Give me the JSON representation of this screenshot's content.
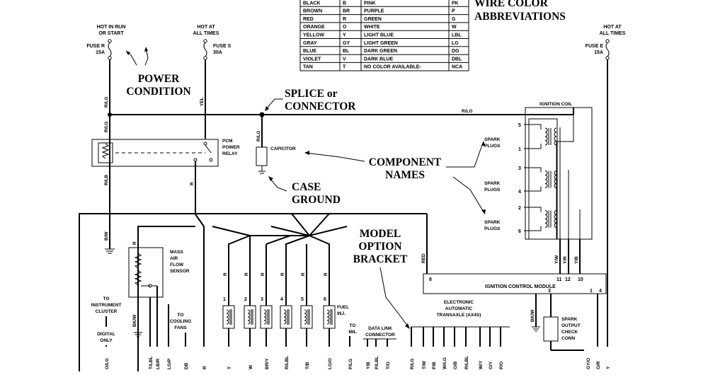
{
  "wire_color_table": {
    "rows": [
      [
        "BLACK",
        "B",
        "PINK",
        "PK"
      ],
      [
        "BROWN",
        "BR",
        "PURPLE",
        "P"
      ],
      [
        "RED",
        "R",
        "GREEN",
        "G"
      ],
      [
        "ORANGE",
        "O",
        "WHITE",
        "W"
      ],
      [
        "YELLOW",
        "Y",
        "LIGHT BLUE",
        "LBL"
      ],
      [
        "GRAY",
        "GY",
        "LIGHT GREEN",
        "LG"
      ],
      [
        "BLUE",
        "BL",
        "DARK GREEN",
        "DG"
      ],
      [
        "VIOLET",
        "V",
        "DARK BLUE",
        "DBL"
      ],
      [
        "TAN",
        "T",
        "NO COLOR AVAILABLE-",
        "NCA"
      ]
    ],
    "title_line1": "WIRE COLOR",
    "title_line2": "ABBREVIATIONS"
  },
  "callouts": {
    "power_condition_1": "POWER",
    "power_condition_2": "CONDITION",
    "splice_1": "SPLICE or",
    "splice_2": "CONNECTOR",
    "component_names_1": "COMPONENT",
    "component_names_2": "NAMES",
    "case_ground_1": "CASE",
    "case_ground_2": "GROUND",
    "model_option_1": "MODEL",
    "model_option_2": "OPTION",
    "model_option_3": "BRACKET"
  },
  "power": {
    "hot_run_start_1": "HOT IN RUN",
    "hot_run_start_2": "OR START",
    "hot_all_times_left_1": "HOT AT",
    "hot_all_times_left_2": "ALL TIMES",
    "hot_all_times_right_1": "HOT AT",
    "hot_all_times_right_2": "ALL TIMES",
    "fuse_r_1": "FUSE R",
    "fuse_r_2": "15A",
    "fuse_s_1": "FUSE S",
    "fuse_s_2": "30A",
    "fuse_e_1": "FUSE E",
    "fuse_e_2": "15A"
  },
  "components": {
    "pcm_relay_1": "PCM",
    "pcm_relay_2": "POWER",
    "pcm_relay_3": "RELAY",
    "capacitor": "CAPICITOR",
    "ignition_coil": "IGNITION COIL",
    "spark_plugs": "SPARK",
    "spark_plugs_2": "PLUGS",
    "maf_1": "MASS",
    "maf_2": "AIR",
    "maf_3": "FLOW",
    "maf_4": "SENSOR",
    "icm": "IGNITION CONTROL MODULE",
    "fuel_inj_1": "FUEL",
    "fuel_inj_2": "INJ.",
    "to_instrument_1": "TO",
    "to_instrument_2": "INSTRUMENT",
    "to_instrument_3": "CLUSTER",
    "digital_only_1": "DIGITAL",
    "digital_only_2": "ONLY",
    "to_cooling_1": "TO",
    "to_cooling_2": "COOLING",
    "to_cooling_3": "FANS",
    "to_mil_1": "TO",
    "to_mil_2": "MIL",
    "dlc_1": "DATA LINK",
    "dlc_2": "CONNECTOR",
    "eat_1": "ELECTRONIC",
    "eat_2": "AUTOMATIC",
    "eat_3": "TRANSAXLE (AX4S)",
    "spout_1": "SPARK",
    "spout_2": "OUTPUT",
    "spout_3": "CHECK",
    "spout_4": "CONN"
  },
  "wire_labels": {
    "r_lg_top": "R/LG",
    "r_lg_mid": "R/LG",
    "r_lg_cap": "R/LG",
    "r_lg_h": "R/LG",
    "yel": "YEL",
    "r_lb": "R/LB",
    "b_w": "B/W",
    "r_relay": "R",
    "r_maf": "R",
    "bk_w_maf": "BK/W",
    "red_icm": "RED",
    "y_w": "Y/W",
    "y_r": "Y/R",
    "y_b": "Y/B",
    "bk_w_icm": "BK/W",
    "inj_r": "R",
    "bottom": [
      "O/LG",
      "T/LBL",
      "LB/R",
      "LG/P",
      "DB",
      "R",
      "T",
      "W",
      "BR/Y",
      "R/LBL",
      "T/B",
      "LG/O",
      "P/LG",
      "Y/B",
      "P/LBL",
      "T/O",
      "R/LG",
      "T/W",
      "P/B",
      "W/LG",
      "O/B",
      "R/LBL",
      "W/Y",
      "O/Y",
      "P/O",
      "GY/O",
      "O/R",
      "Y"
    ]
  },
  "coil_numbers": [
    "5",
    "1",
    "3",
    "4",
    "2",
    "6"
  ],
  "icm_pins": [
    "8",
    "11",
    "12",
    "10",
    "3",
    "1",
    "4"
  ],
  "injector_numbers": [
    "1",
    "2",
    "3",
    "4",
    "5",
    "6"
  ]
}
